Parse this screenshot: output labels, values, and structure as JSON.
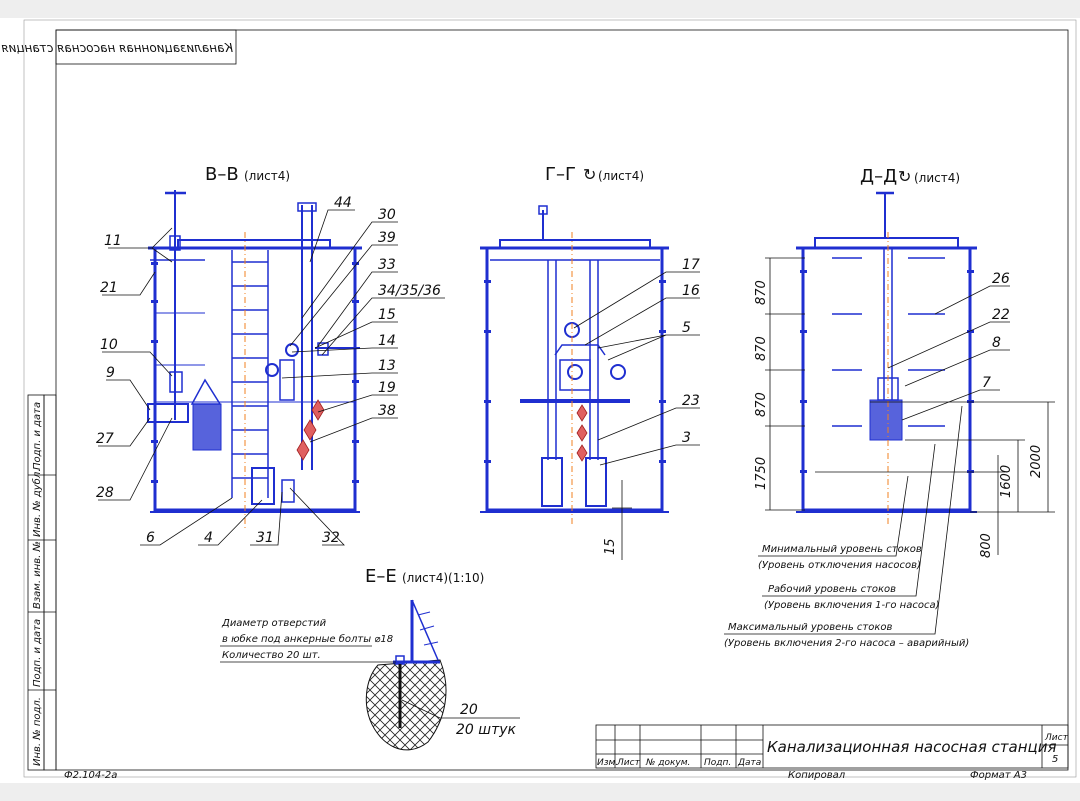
{
  "top_title": "Канализационная насосная станция",
  "sections": {
    "vv": "В–В",
    "vv_ref": "(лист4)",
    "gg": "Г–Г",
    "gg_ref": "(лист4)",
    "dd": "Д–Д",
    "dd_ref": "(лист4)",
    "ee": "Е–Е",
    "ee_ref": "(лист4)(1:10)"
  },
  "callouts_vv": [
    "11",
    "21",
    "10",
    "9",
    "27",
    "28",
    "6",
    "4",
    "31",
    "32",
    "44",
    "30",
    "39",
    "33",
    "34/35/36",
    "15",
    "14",
    "13",
    "19",
    "38"
  ],
  "callouts_gg": [
    "17",
    "16",
    "5",
    "23",
    "3",
    "15"
  ],
  "callouts_dd": [
    "26",
    "22",
    "8",
    "7"
  ],
  "dims_dd": [
    "870",
    "870",
    "870",
    "1750",
    "2000",
    "1600",
    "800"
  ],
  "levels": {
    "min_1": "Минимальный уровень стоков",
    "min_2": "(Уровень отключения насосов)",
    "work_1": "Рабочий уровень стоков",
    "work_2": "(Уровень включения 1-го насоса)",
    "max_1": "Максимальный уровень стоков",
    "max_2": "(Уровень включения 2-го насоса – аварийный)"
  },
  "note_ee": {
    "l1": "Диаметр отверстий",
    "l2": "в юбке под анкерные болты ⌀18",
    "l3": "Количество 20 шт."
  },
  "ee_callout": "20",
  "ee_callout_qty": "20 штук",
  "side_stamp": [
    "Подп. и дата",
    "Инв. № дубл.",
    "Взам. инв. №",
    "Подп. и дата",
    "Инв. № подл."
  ],
  "title_block": {
    "title": "Канализационная насосная станция",
    "cols": [
      "Изм.",
      "Лист",
      "№ докум.",
      "Подп.",
      "Дата"
    ],
    "sheet_label": "Лист",
    "sheet_no": "5",
    "copied": "Копировал",
    "format": "Формат А3"
  },
  "doc_code": "Ф2.104-2а"
}
